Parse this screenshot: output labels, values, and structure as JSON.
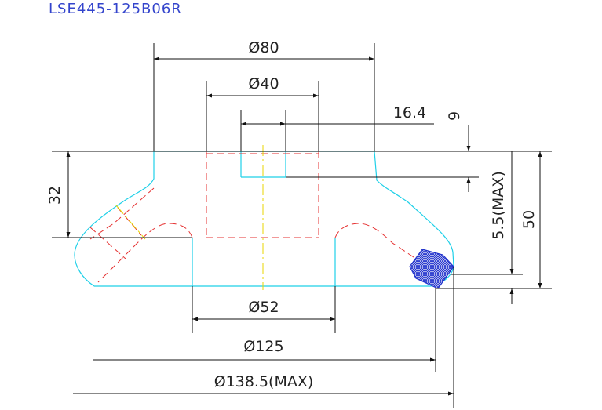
{
  "title": "LSE445-125B06R",
  "dimensions": {
    "d80": "Ø80",
    "d40": "Ø40",
    "w164": "16.4",
    "h9": "9",
    "h32": "32",
    "h55": "5.5(MAX)",
    "h50": "50",
    "d52": "Ø52",
    "d125": "Ø125",
    "d1385": "Ø138.5(MAX)"
  },
  "colors": {
    "outline": "#1fd0e8",
    "hidden": "#e53030",
    "centerline": "#e8d600",
    "section_fill": "#3a4fd8",
    "title": "#3344cc"
  }
}
